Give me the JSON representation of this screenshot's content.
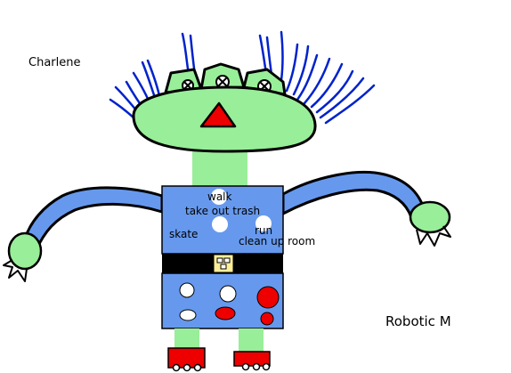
{
  "artist_name": "Charlene",
  "caption": "Robotic M",
  "chores": {
    "walk": "walk",
    "take_out_trash": "take out trash",
    "skate": "skate",
    "run": "run",
    "clean_up_room": "clean up room"
  },
  "colors": {
    "robot_green": "#99ee99",
    "body_blue": "#6699ee",
    "hair_blue": "#0022cc",
    "nose_red": "#ee0000",
    "belt_black": "#000000",
    "buckle_yellow": "#ffee99",
    "feet_red": "#ee0000"
  }
}
